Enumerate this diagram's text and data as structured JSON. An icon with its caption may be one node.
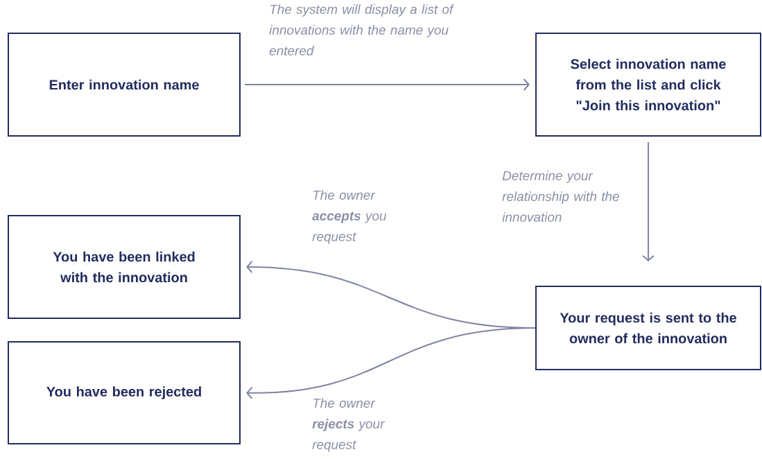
{
  "diagram": {
    "nodes": [
      {
        "text": [
          "Enter innovation name"
        ]
      },
      {
        "text": [
          "Select innovation name from the list and click \"Join this innovation\""
        ]
      },
      {
        "text": [
          "Your request is sent to the owner of the innovation"
        ]
      },
      {
        "text": [
          "You have been linked with the innovation"
        ]
      },
      {
        "text": [
          "You have been rejected"
        ]
      }
    ],
    "edges": [
      {
        "from": 0,
        "to": 1,
        "arrow": "to",
        "label": "The system will display a list of innovations with the name you entered"
      },
      {
        "from": 1,
        "to": 2,
        "arrow": "to",
        "label": "Determine your relationship with the innovation"
      },
      {
        "from": 2,
        "to": 3,
        "arrow": "to",
        "label": "The owner **accepts** you request"
      },
      {
        "from": 2,
        "to": 4,
        "arrow": "to",
        "label": "The owner **rejects** your request"
      }
    ]
  }
}
